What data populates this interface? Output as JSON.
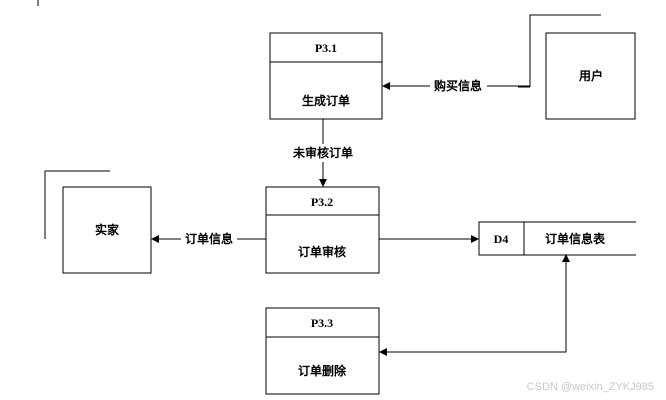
{
  "processes": [
    {
      "id": "P3.1",
      "label": "生成订单"
    },
    {
      "id": "P3.2",
      "label": "订单审核"
    },
    {
      "id": "P3.3",
      "label": "订单删除"
    }
  ],
  "entities": {
    "user": "用户",
    "seller": "实家"
  },
  "datastore": {
    "id": "D4",
    "label": "订单信息表"
  },
  "flows": {
    "purchase_info": "购买信息",
    "unreviewed_order": "未审核订单",
    "order_info": "订单信息"
  },
  "watermark": "CSDN @weixin_ZYKJ985"
}
